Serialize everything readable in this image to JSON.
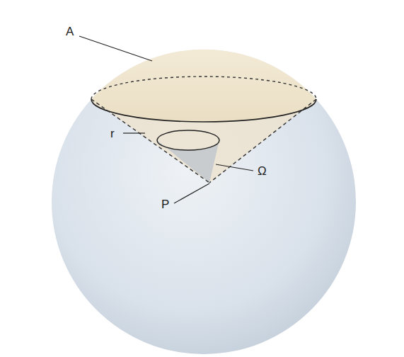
{
  "diagram": {
    "labels": [
      "A",
      "r",
      "Ω",
      "P"
    ]
  }
}
